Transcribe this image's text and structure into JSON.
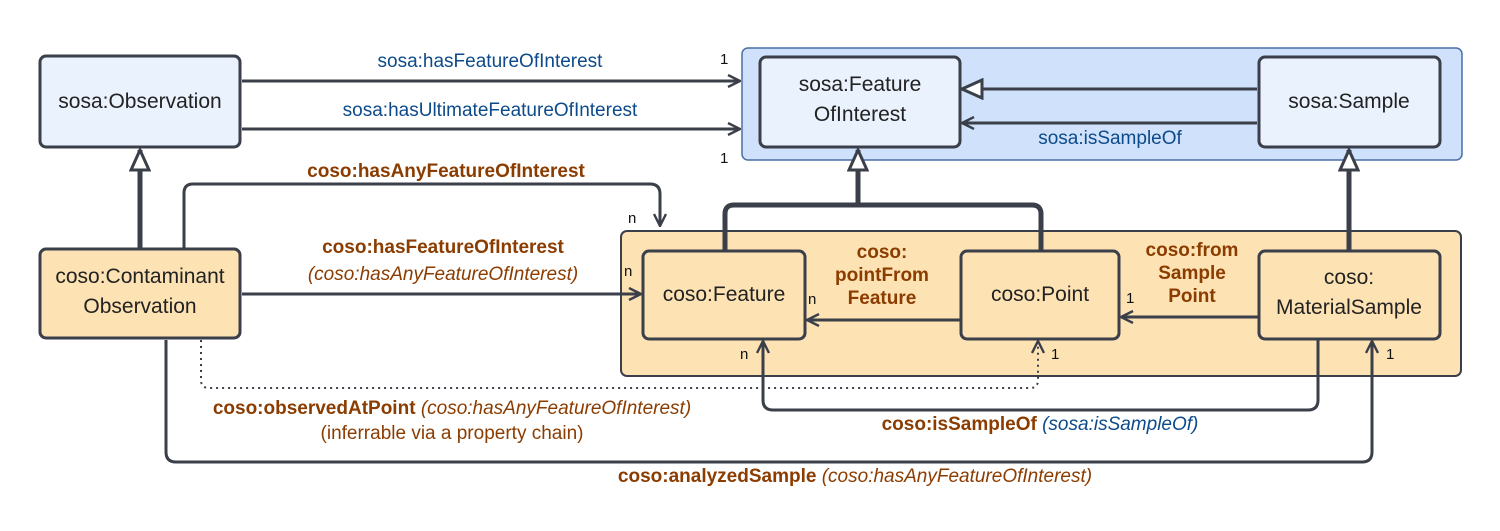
{
  "groups": {
    "sosa_group": {
      "fill": "#cfe1fb",
      "stroke": "#4a6fa5"
    },
    "coso_group": {
      "fill": "#fde2b4",
      "stroke": "#3a3f4a"
    }
  },
  "classes": {
    "sosa_observation": {
      "line1": "sosa:Observation",
      "line2": ""
    },
    "sosa_feature_of_interest": {
      "line1": "sosa:Feature",
      "line2": "OfInterest"
    },
    "sosa_sample": {
      "line1": "sosa:Sample",
      "line2": ""
    },
    "coso_contaminant_observation": {
      "line1": "coso:Contaminant",
      "line2": "Observation"
    },
    "coso_feature": {
      "line1": "coso:Feature",
      "line2": ""
    },
    "coso_point": {
      "line1": "coso:Point",
      "line2": ""
    },
    "coso_material_sample": {
      "line1": "coso:",
      "line2": "MaterialSample"
    }
  },
  "relations": {
    "has_feature_of_interest": {
      "label": "sosa:hasFeatureOfInterest",
      "mult": "1"
    },
    "has_ultimate_foi": {
      "label": "sosa:hasUltimateFeatureOfInterest",
      "mult": "1"
    },
    "is_sample_of_sosa": {
      "label": "sosa:isSampleOf"
    },
    "has_any_foi": {
      "label": "coso:hasAnyFeatureOfInterest",
      "mult": "n"
    },
    "coso_has_foi": {
      "label": "coso:hasFeatureOfInterest",
      "sub": "(coso:hasAnyFeatureOfInterest)",
      "mult": "n"
    },
    "point_from_feature": {
      "line1": "coso:",
      "line2": "pointFrom",
      "line3": "Feature",
      "mult_target": "n",
      "mult_source": "1"
    },
    "from_sample_point": {
      "line1": "coso:from",
      "line2": "Sample",
      "line3": "Point"
    },
    "observed_at_point": {
      "label": "coso:observedAtPoint",
      "sub": "(coso:hasAnyFeatureOfInterest)",
      "note": "(inferrable via a property chain)",
      "mult": "1"
    },
    "coso_is_sample_of": {
      "label": "coso:isSampleOf",
      "sub": "(sosa:isSampleOf)",
      "mult": "n"
    },
    "analyzed_sample": {
      "label": "coso:analyzedSample",
      "sub": "(coso:hasAnyFeatureOfInterest)",
      "mult": "1"
    }
  }
}
